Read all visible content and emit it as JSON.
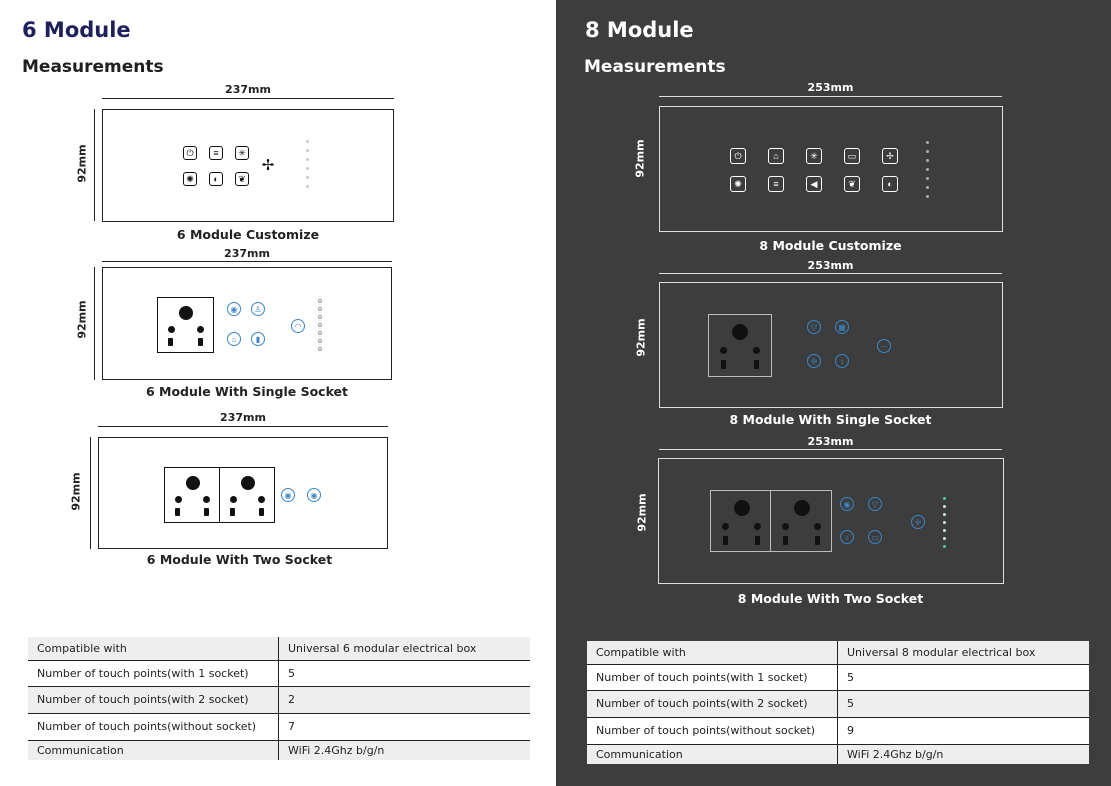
{
  "left": {
    "title": "6 Module",
    "subtitle": "Measurements",
    "diagrams": [
      {
        "width_label": "237mm",
        "height_label": "92mm",
        "caption": "6 Module Customize"
      },
      {
        "width_label": "237mm",
        "height_label": "92mm",
        "caption": "6 Module With Single Socket"
      },
      {
        "width_label": "237mm",
        "height_label": "92mm",
        "caption": "6 Module With Two Socket"
      }
    ],
    "spec": [
      {
        "label": "Compatible with",
        "value": "Universal 6 modular electrical box"
      },
      {
        "label": "Number of touch points(with 1 socket)",
        "value": "5"
      },
      {
        "label": "Number of touch points(with 2 socket)",
        "value": "2"
      },
      {
        "label": "Number of touch points(without socket)",
        "value": "7"
      },
      {
        "label": "Communication",
        "value": "WiFi 2.4Ghz b/g/n"
      }
    ]
  },
  "right": {
    "title": "8 Module",
    "subtitle": "Measurements",
    "diagrams": [
      {
        "width_label": "253mm",
        "height_label": "92mm",
        "caption": "8 Module Customize"
      },
      {
        "width_label": "253mm",
        "height_label": "92mm",
        "caption": "8 Module With Single Socket"
      },
      {
        "width_label": "253mm",
        "height_label": "92mm",
        "caption": "8 Module With Two Socket"
      }
    ],
    "spec": [
      {
        "label": "Compatible with",
        "value": "Universal 8 modular electrical box"
      },
      {
        "label": "Number of touch points(with 1 socket)",
        "value": "5"
      },
      {
        "label": "Number of touch points(with 2 socket)",
        "value": "5"
      },
      {
        "label": "Number of touch points(without socket)",
        "value": "9"
      },
      {
        "label": "Communication",
        "value": "WiFi 2.4Ghz b/g/n"
      }
    ]
  },
  "icons": [
    "power-icon",
    "fan-icon",
    "light-icon",
    "bulb-icon",
    "dimmer-icon",
    "socket-icon"
  ],
  "colors": {
    "left_bg": "#ffffff",
    "right_bg": "#3d3d3d",
    "title_navy": "#1f1f5c",
    "touch_blue": "#3b86c8"
  }
}
